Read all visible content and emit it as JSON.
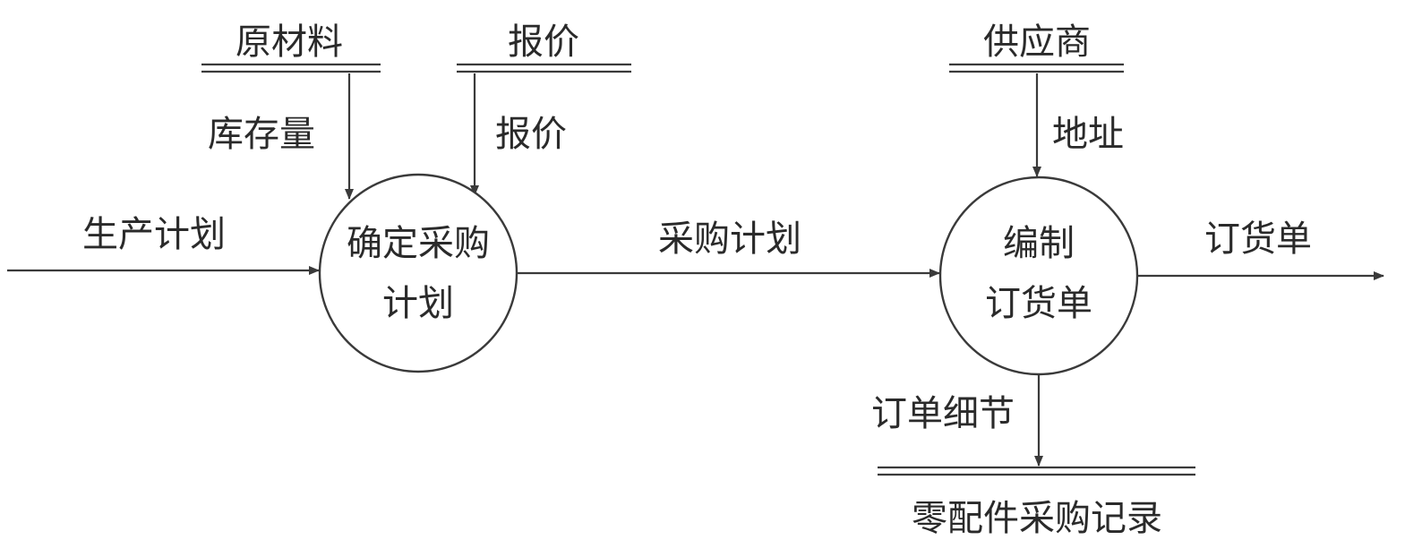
{
  "processes": [
    {
      "line1": "确定采购",
      "line2": "计划"
    },
    {
      "line1": "编制",
      "line2": "订货单"
    }
  ],
  "data_stores": {
    "raw_materials": "原材料",
    "quotes": "报价",
    "suppliers": "供应商",
    "parts_purchase_records": "零配件采购记录"
  },
  "flows": {
    "production_plan": "生产计划",
    "inventory": "库存量",
    "quote": "报价",
    "purchase_plan": "采购计划",
    "address": "地址",
    "order_form": "订货单",
    "order_details": "订单细节"
  },
  "colors": {
    "stroke": "#3a3a3a",
    "text": "#2a2a2a"
  }
}
